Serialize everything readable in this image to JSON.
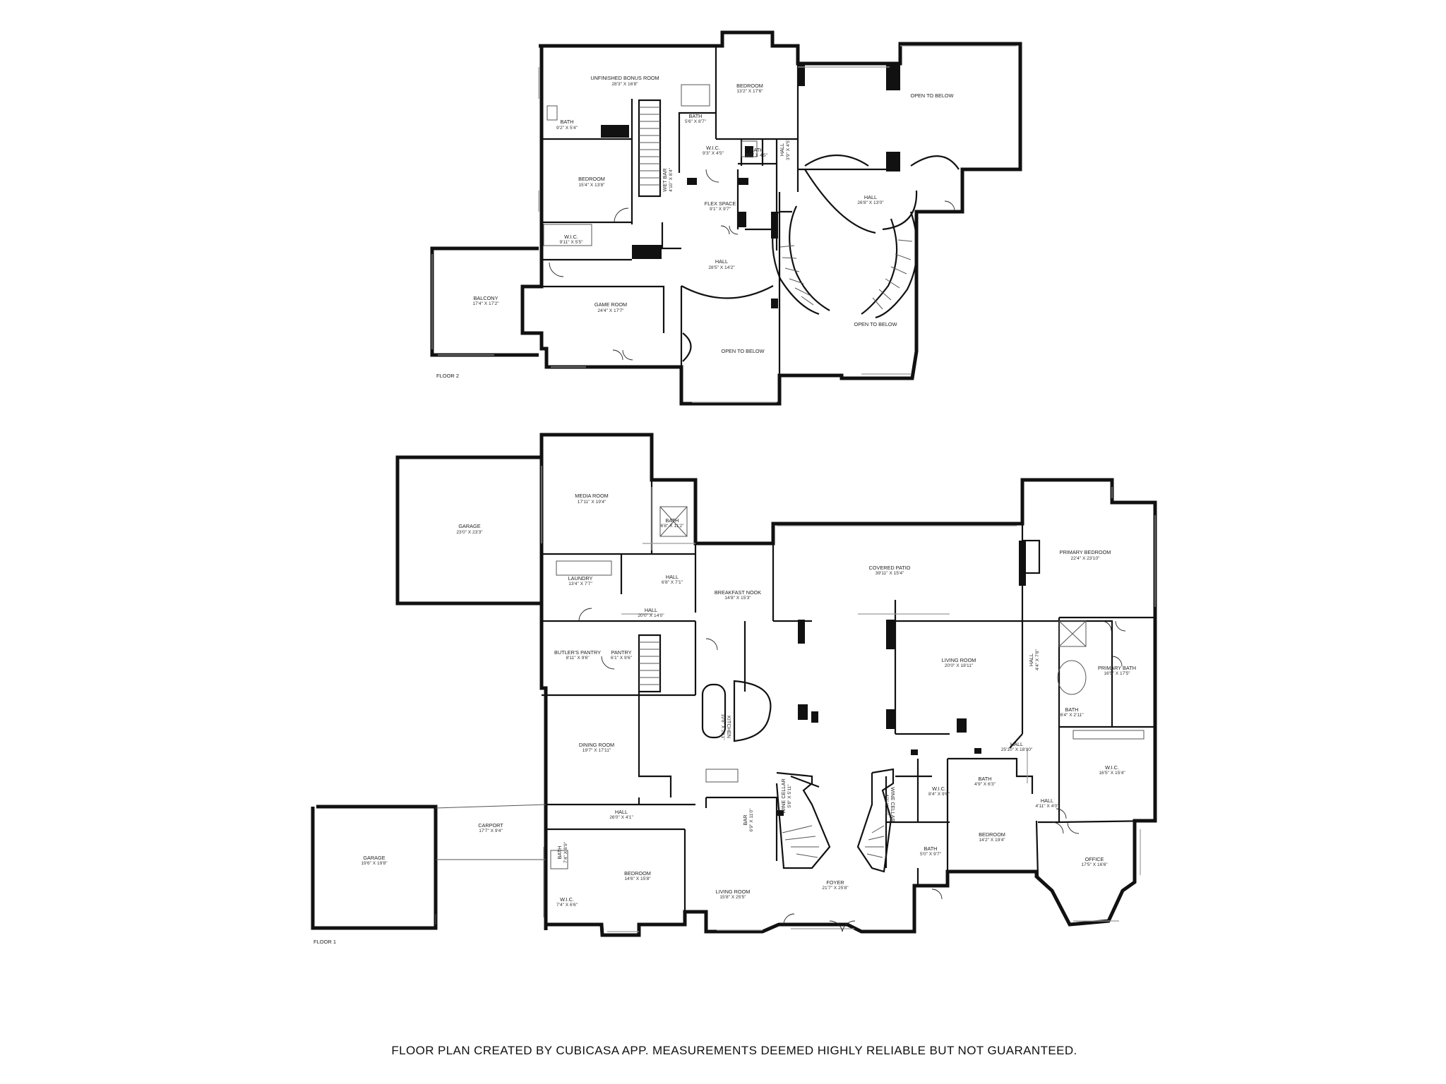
{
  "floor2": {
    "label": "FLOOR 2",
    "rooms": [
      {
        "name": "UNFINISHED BONUS ROOM",
        "size": "28'3\" X 16'8\""
      },
      {
        "name": "BEDROOM",
        "size": "13'2\" X 17'6\""
      },
      {
        "name": "OPEN TO BELOW",
        "size": ""
      },
      {
        "name": "BATH",
        "size": "9'2\" X 5'4\""
      },
      {
        "name": "BATH",
        "size": "5'6\" X 8'7\""
      },
      {
        "name": "W.I.C.",
        "size": "9'3\" X 4'5\""
      },
      {
        "name": "BATH",
        "size": "5'2\" X 4'5\""
      },
      {
        "name": "HALL",
        "size": "3'9\" X 4'5\""
      },
      {
        "name": "BEDROOM",
        "size": "15'4\" X 13'8\""
      },
      {
        "name": "WET BAR",
        "size": "4'10\" X 8'4\""
      },
      {
        "name": "FLEX SPACE",
        "size": "9'1\" X 9'7\""
      },
      {
        "name": "HALL",
        "size": "26'8\" X 13'0\""
      },
      {
        "name": "W.I.C.",
        "size": "9'11\" X 5'5\""
      },
      {
        "name": "HALL",
        "size": "28'5\" X 14'2\""
      },
      {
        "name": "BALCONY",
        "size": "17'4\" X 17'2\""
      },
      {
        "name": "GAME ROOM",
        "size": "24'4\" X 17'7\""
      },
      {
        "name": "OPEN TO BELOW",
        "size": ""
      },
      {
        "name": "OPEN TO BELOW",
        "size": ""
      }
    ]
  },
  "floor1": {
    "label": "FLOOR 1",
    "rooms": [
      {
        "name": "GARAGE",
        "size": "23'0\" X 23'3\""
      },
      {
        "name": "MEDIA ROOM",
        "size": "17'11\" X 19'4\""
      },
      {
        "name": "BATH",
        "size": "6'8\" X 11'2\""
      },
      {
        "name": "LAUNDRY",
        "size": "13'4\" X 7'7\""
      },
      {
        "name": "HALL",
        "size": "6'8\" X 7'1\""
      },
      {
        "name": "HALL",
        "size": "20'0\" X 14'0\""
      },
      {
        "name": "BREAKFAST NOOK",
        "size": "14'8\" X 15'3\""
      },
      {
        "name": "COVERED PATIO",
        "size": "39'11\" X 15'4\""
      },
      {
        "name": "PRIMARY BEDROOM",
        "size": "22'4\" X 23'10\""
      },
      {
        "name": "BUTLER'S PANTRY",
        "size": "8'11\" X 9'6\""
      },
      {
        "name": "PANTRY",
        "size": "6'1\" X 9'6\""
      },
      {
        "name": "LIVING ROOM",
        "size": "20'0\" X 18'11\""
      },
      {
        "name": "HALL",
        "size": "4'4\" X 7'8\""
      },
      {
        "name": "PRIMARY BATH",
        "size": "16'5\" X 17'5\""
      },
      {
        "name": "KITCHEN",
        "size": "19'8\" X 20'1\""
      },
      {
        "name": "BATH",
        "size": "6'4\" X 2'11\""
      },
      {
        "name": "DINING ROOM",
        "size": "19'7\" X 17'11\""
      },
      {
        "name": "HALL",
        "size": "25'10\" X 18'10\""
      },
      {
        "name": "W.I.C.",
        "size": "16'5\" X 15'4\""
      },
      {
        "name": "W.I.C.",
        "size": "8'4\" X 9'6\""
      },
      {
        "name": "BATH",
        "size": "4'9\" X 6'3\""
      },
      {
        "name": "HALL",
        "size": "4'11\" X 4'0\""
      },
      {
        "name": "WINE CELLAR",
        "size": "5'8\" X 5'11\""
      },
      {
        "name": "WINE CELLAR",
        "size": "4'2\" X 9'9\""
      },
      {
        "name": "HALL",
        "size": "26'0\" X 4'1\""
      },
      {
        "name": "CARPORT",
        "size": "17'7\" X 9'4\""
      },
      {
        "name": "BAR",
        "size": "6'9\" X 11'0\""
      },
      {
        "name": "GARAGE",
        "size": "19'6\" X 19'8\""
      },
      {
        "name": "BATH",
        "size": "7'4\" X 8'9\""
      },
      {
        "name": "BEDROOM",
        "size": "14'6\" X 15'8\""
      },
      {
        "name": "BEDROOM",
        "size": "14'2\" X 19'4\""
      },
      {
        "name": "BATH",
        "size": "5'0\" X 9'7\""
      },
      {
        "name": "OFFICE",
        "size": "17'5\" X 16'6\""
      },
      {
        "name": "W.I.C.",
        "size": "7'4\" X 6'6\""
      },
      {
        "name": "LIVING ROOM",
        "size": "15'8\" X 25'5\""
      },
      {
        "name": "FOYER",
        "size": "21'7\" X 25'8\""
      }
    ]
  },
  "footer": "FLOOR PLAN CREATED BY CUBICASA APP. MEASUREMENTS DEEMED HIGHLY RELIABLE BUT NOT GUARANTEED."
}
